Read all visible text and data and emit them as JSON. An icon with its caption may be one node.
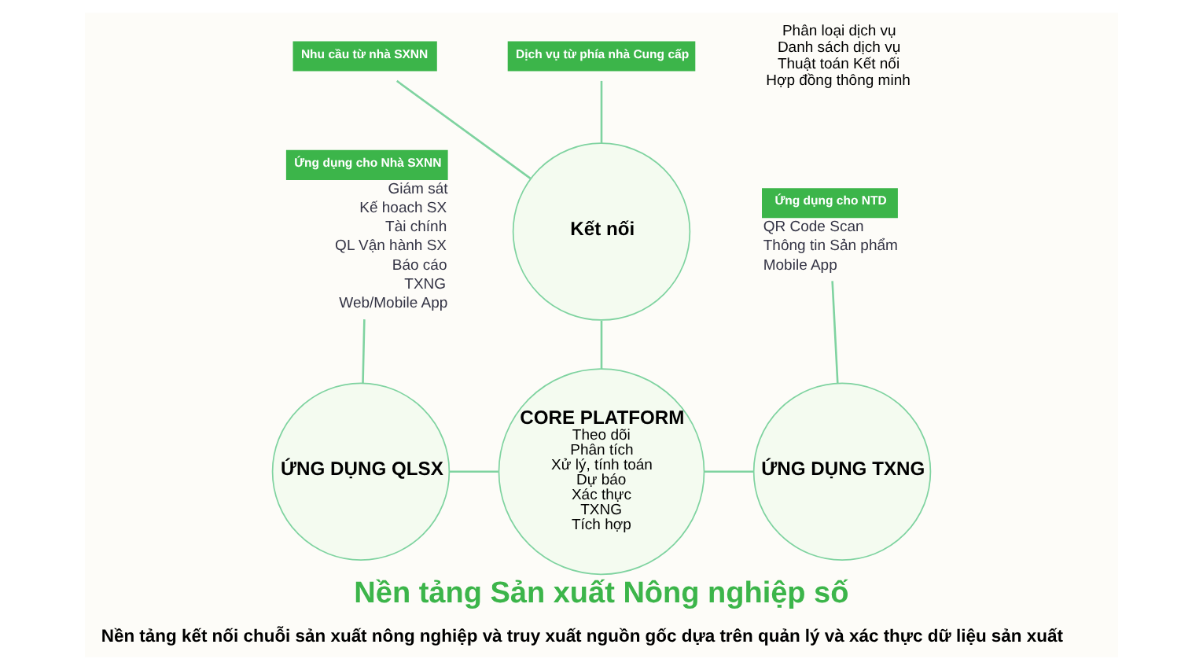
{
  "diagram": {
    "title": "Nền tảng Sản xuất Nông nghiệp số",
    "caption": "Nền tảng kết nối chuỗi sản xuất nông nghiệp và truy xuất nguồn gốc dựa trên quản lý và xác thực dữ liệu sản xuất",
    "nodes": [
      {
        "text": [
          "Nhu cầu từ nhà SXNN"
        ]
      },
      {
        "text": [
          "Dịch vụ từ phía nhà Cung cấp"
        ]
      },
      {
        "text": [
          "Kết nối"
        ],
        "beside": [
          "Phân loại dịch vụ",
          "Danh sách dịch vụ",
          "Thuật toán Kết nối",
          "Hợp đồng thông minh"
        ]
      },
      {
        "text": [
          "Ứng dụng cho Nhà SXNN"
        ],
        "beside": [
          "Giám sát",
          "Kế hoach SX",
          "Tài chính",
          "QL Vận hành SX",
          "Báo cáo",
          "TXNG",
          "Web/Mobile App"
        ]
      },
      {
        "text": [
          "ỨNG DỤNG QLSX"
        ]
      },
      {
        "text": [
          "CORE PLATFORM",
          "Theo dõi",
          "Phân tích",
          "Xử lý, tính toán",
          "Dự báo",
          "Xác thực",
          "TXNG",
          "Tích hợp"
        ]
      },
      {
        "text": [
          "ỨNG DỤNG TXNG"
        ]
      },
      {
        "text": [
          "Ứng dụng cho NTD"
        ],
        "beside": [
          "QR Code Scan",
          "Thông tin Sản phẩm",
          "Mobile App"
        ]
      }
    ],
    "edges": [
      {
        "from": 0,
        "to": 2,
        "arrow": "none"
      },
      {
        "from": 1,
        "to": 2,
        "arrow": "none"
      },
      {
        "from": 2,
        "to": 5,
        "arrow": "none"
      },
      {
        "from": 3,
        "to": 4,
        "arrow": "none"
      },
      {
        "from": 4,
        "to": 5,
        "arrow": "none"
      },
      {
        "from": 5,
        "to": 6,
        "arrow": "none"
      },
      {
        "from": 6,
        "to": 7,
        "arrow": "none"
      }
    ]
  }
}
